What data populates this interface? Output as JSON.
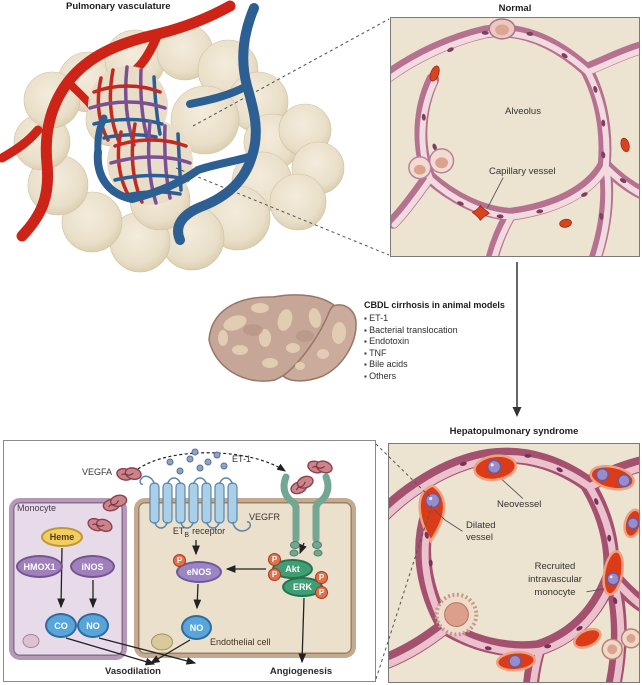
{
  "titles": {
    "pulmonary": "Pulmonary vasculature",
    "normal": "Normal",
    "hps": "Hepatopulmonary syndrome"
  },
  "cbdl": {
    "title": "CBDL cirrhosis in animal models",
    "items": [
      "ET-1",
      "Bacterial translocation",
      "Endotoxin",
      "TNF",
      "Bile acids",
      "Others"
    ]
  },
  "normal_panel": {
    "alveolus": "Alveolus",
    "capillary": "Capillary vessel"
  },
  "hps_panel": {
    "neovessel": "Neovessel",
    "dilated_1": "Dilated",
    "dilated_2": "vessel",
    "recruited_1": "Recruited",
    "recruited_2": "intravascular",
    "recruited_3": "monocyte"
  },
  "pathway": {
    "vegfa": "VEGFA",
    "et1": "ET-1",
    "etb_base": "ET",
    "etb_sub": "B",
    "etb_rest": "receptor",
    "vegfr": "VEGFR",
    "monocyte": "Monocyte",
    "endothelial": "Endothelial cell",
    "heme": "Heme",
    "hmox1": "HMOX1",
    "inos": "iNOS",
    "co": "CO",
    "no_monocyte": "NO",
    "enos": "eNOS",
    "no_endothelial": "NO",
    "akt": "Akt",
    "erk": "ERK",
    "p": "P",
    "vasodilation": "Vasodilation",
    "angiogenesis": "Angiogenesis"
  },
  "colors": {
    "artery_red": "#ce2418",
    "vein_blue": "#2d5f93",
    "panel_background": "#ece3d0",
    "septa_rose": "#b5718f",
    "monocyte_cell_fill": "#e7dbe9",
    "endothelial_cell_fill": "#eae0cb",
    "heme_yellow": "#f2ce62",
    "enzyme_purple": "#9c85c4",
    "gas_blue": "#57a5d9",
    "kinase_green": "#3f9e74",
    "phospho_badge": "#e0714b",
    "receptor_light_blue": "#accfe8",
    "vegfr_teal": "#74a694",
    "vegfa_dimer_pink": "#c9858b",
    "dilated_vessel_red": "#dc3b17",
    "intravascular_monocyte_purple": "#9a8cc8"
  }
}
